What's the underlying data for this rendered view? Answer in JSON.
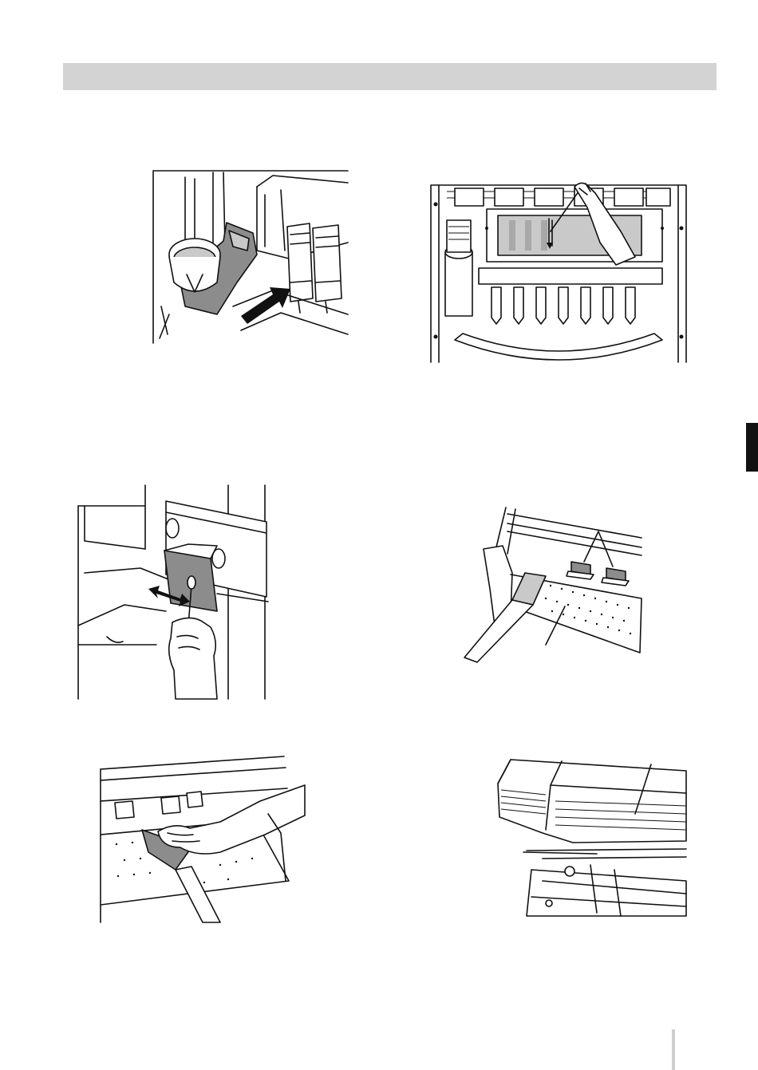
{
  "page": {
    "header_text": "",
    "colors": {
      "header_bar": "#d3d3d3",
      "side_tab": "#111111",
      "page_rule": "#cfcfcf",
      "line_art": "#111111"
    }
  },
  "figures": [
    {
      "id": "fig-1",
      "subject": "cup-and-cap-tray-insertion"
    },
    {
      "id": "fig-2",
      "subject": "print-head-area-cleaning"
    },
    {
      "id": "fig-3",
      "subject": "swab-cleaning-head-side"
    },
    {
      "id": "fig-4",
      "subject": "platen-with-cleaning-stick"
    },
    {
      "id": "fig-5",
      "subject": "wiping-platen-by-hand"
    },
    {
      "id": "fig-6",
      "subject": "printer-front-cover"
    }
  ]
}
